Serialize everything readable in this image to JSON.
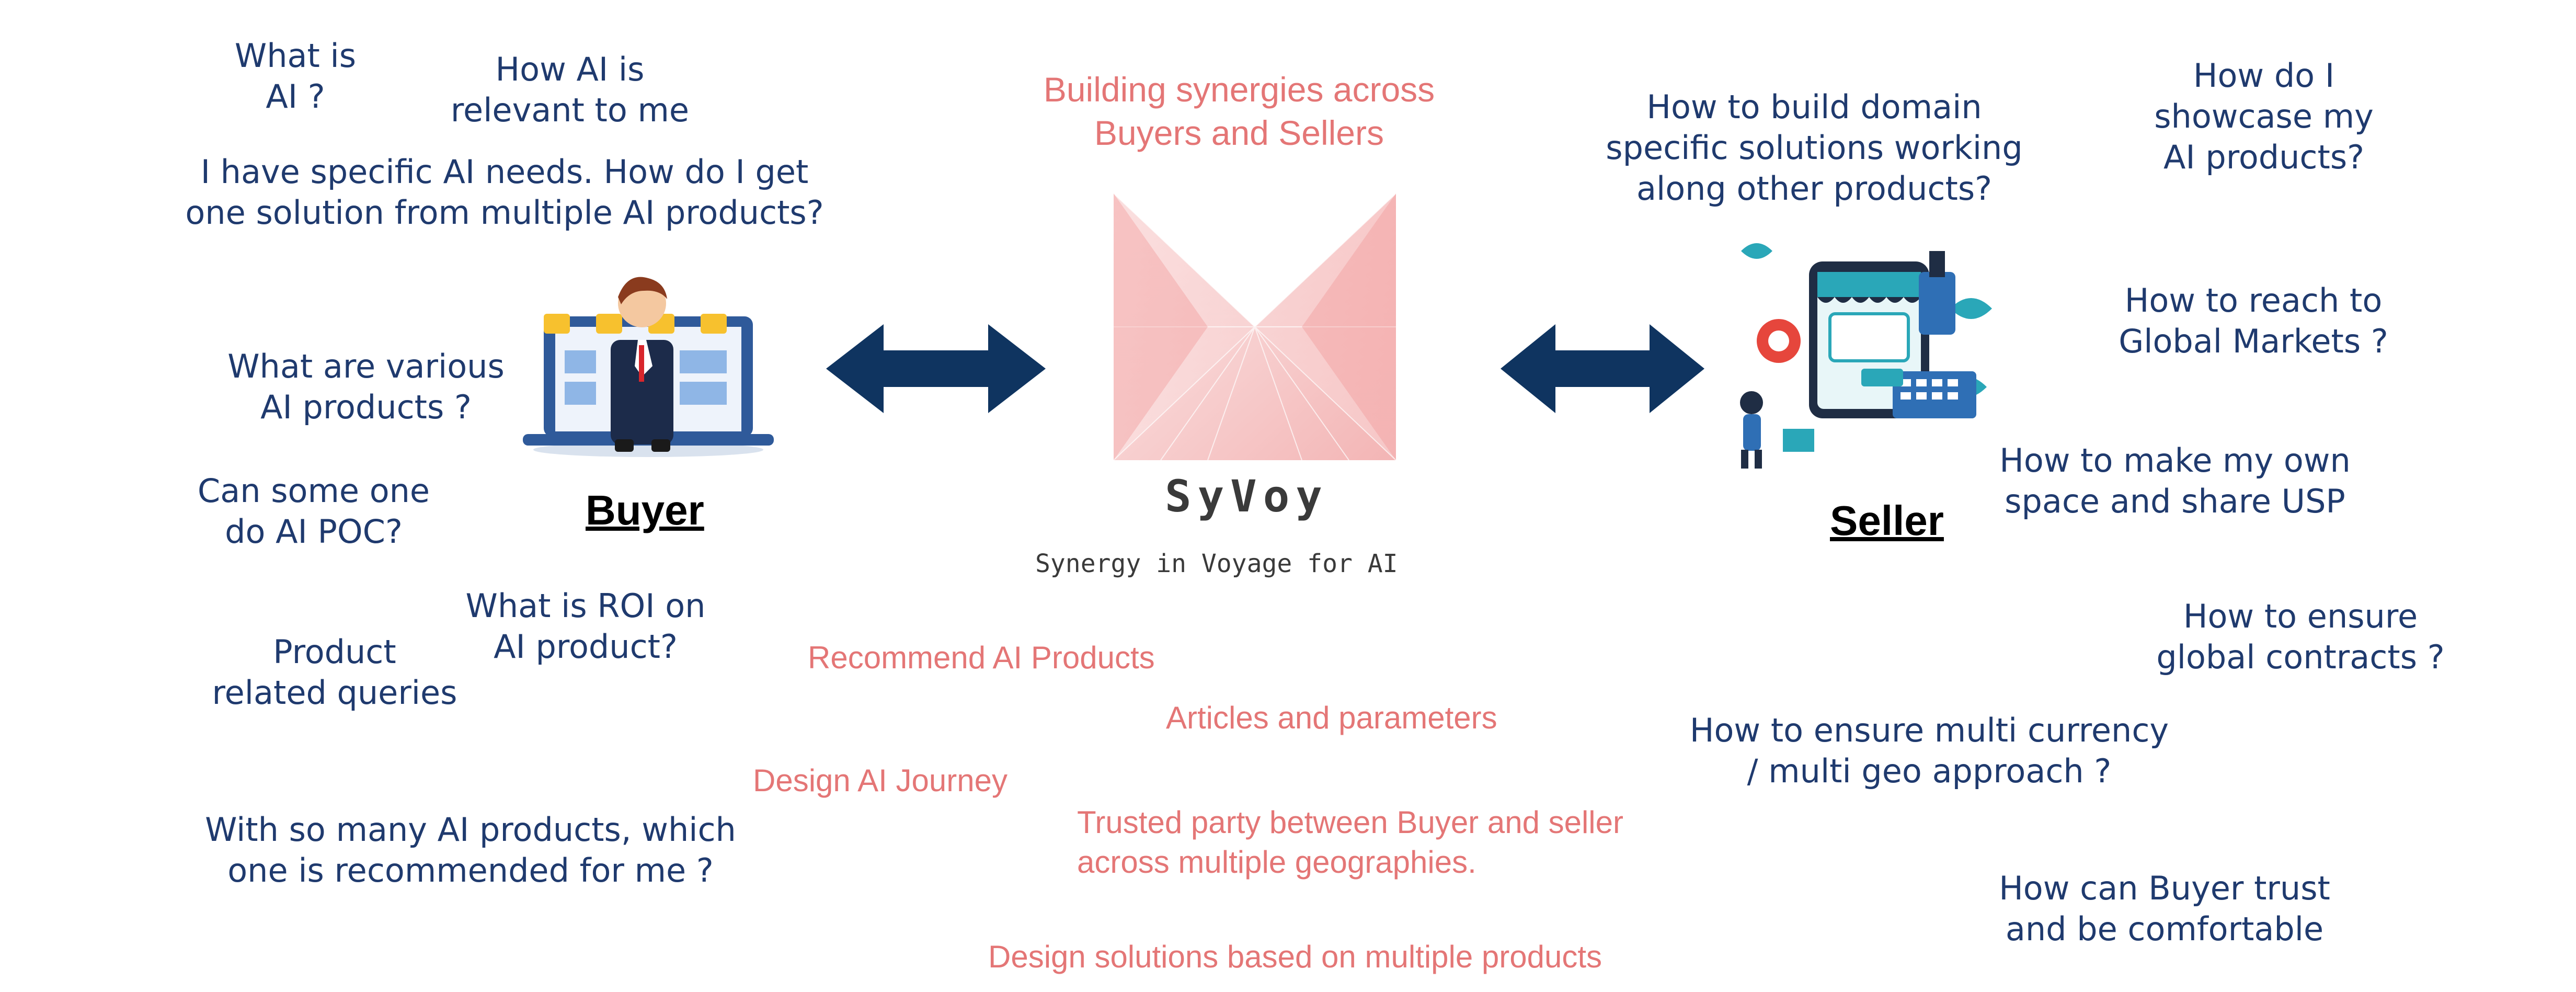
{
  "header": {
    "tagline_lines": [
      "Building synergies across",
      "Buyers and Sellers"
    ]
  },
  "center": {
    "brand_name": "SyVoy",
    "brand_tagline": "Synergy in Voyage for AI"
  },
  "buyer": {
    "label": "Buyer",
    "questions": [
      [
        "What is",
        "AI ?"
      ],
      [
        "How AI is",
        "relevant to me"
      ],
      [
        "I have specific AI needs. How do I get",
        "one solution from multiple AI products?"
      ],
      [
        "What are various",
        "AI products ?"
      ],
      [
        "Can some one",
        "do AI POC?"
      ],
      [
        "What is ROI on",
        "AI product?"
      ],
      [
        "Product",
        "related queries"
      ],
      [
        "With so many AI products, which",
        "one is recommended for me ?"
      ]
    ]
  },
  "seller": {
    "label": "Seller",
    "questions": [
      [
        "How to build domain",
        "specific solutions working",
        "along other products?"
      ],
      [
        "How do I",
        "showcase my",
        "AI products?"
      ],
      [
        "How to reach to",
        "Global Markets ?"
      ],
      [
        "How to make my own",
        "space and share USP"
      ],
      [
        "How to ensure",
        "global contracts ?"
      ],
      [
        "How to ensure multi currency",
        "/ multi geo approach ?"
      ],
      [
        "How can Buyer trust",
        "and be comfortable"
      ]
    ]
  },
  "platform_services": [
    [
      "Recommend AI Products"
    ],
    [
      "Articles and parameters"
    ],
    [
      "Design AI Journey"
    ],
    [
      "Trusted party between Buyer and seller",
      "across multiple geographies."
    ],
    [
      "Design solutions based on multiple products"
    ]
  ],
  "colors": {
    "question_text": "#1f3a6e",
    "service_text": "#e47676",
    "arrow": "#0f3460",
    "logo_pink": "#f2a5a5"
  },
  "icons": {
    "buyer_illustration": "businessman-at-storefront-laptop-icon",
    "seller_illustration": "online-shop-seller-icon",
    "left_arrow": "double-headed-arrow-icon",
    "right_arrow": "double-headed-arrow-icon",
    "logo": "syvoy-prism-logo-icon"
  }
}
